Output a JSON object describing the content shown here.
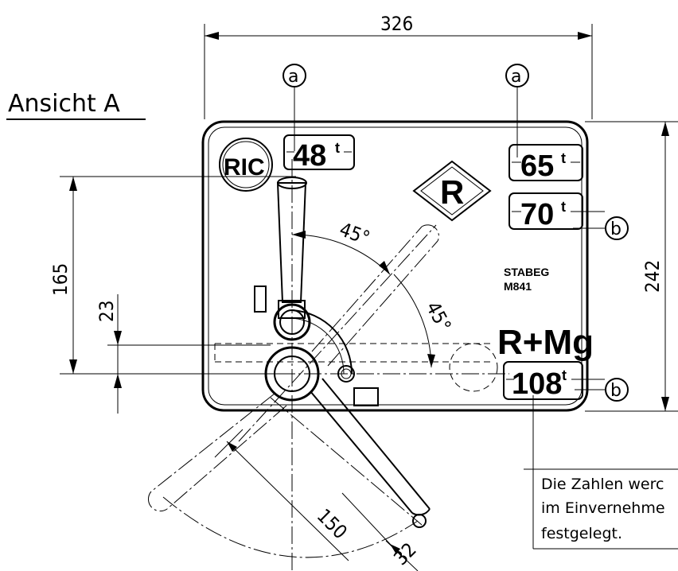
{
  "view_title": "Ansicht A",
  "dimensions": {
    "width": "326",
    "height_right": "242",
    "height_left": "165",
    "offset_left": "23",
    "arm_length": "150",
    "arm_width": "32",
    "angle_1": "45°",
    "angle_2": "45°"
  },
  "badges": {
    "b48": "48",
    "b65": "65",
    "b70": "70",
    "b108": "108",
    "unit": "t",
    "ric": "RIC",
    "r_diamond": "R",
    "r_mg": "R+Mg"
  },
  "plate_text": {
    "line1": "STABEG",
    "line2": "M841"
  },
  "callouts": {
    "a_left": "a",
    "a_right": "a",
    "b_top": "b",
    "b_bottom": "b"
  },
  "note": {
    "line1": "Die Zahlen werc",
    "line2": "im Einvernehme",
    "line3": "festgelegt."
  }
}
